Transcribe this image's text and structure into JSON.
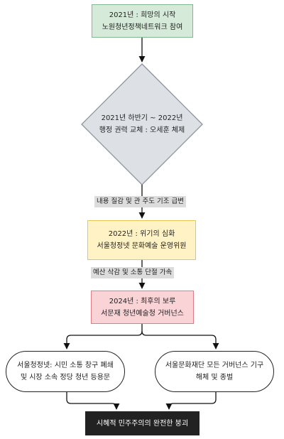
{
  "nodes": {
    "n1": {
      "line1": "2021년 : 희망의 시작",
      "line2": "노원청년정책네트워크 참여"
    },
    "n2": {
      "line1": "2021년 하반기 ~ 2022년",
      "line2": "행정 권력 교체 : 오세훈 체제"
    },
    "n3": {
      "line1": "2022년 : 위기의 심화",
      "line2": "서울청정넷 문화예술 운영위원"
    },
    "n4": {
      "line1": "2024년 : 최후의 보루",
      "line2": "서문재 청년예술청 거버넌스"
    },
    "n5": {
      "line1": "서울청정넷: 시민 소통 창구 폐쇄",
      "line2": "및 시장 소속 정당 청년 등용문"
    },
    "n6": {
      "line1": "서울문화재단 모든 거버넌스 기구",
      "line2": "해체 및 종벌"
    },
    "n7": {
      "line1": "시혜적 민주주의의 완전한 붕괴"
    }
  },
  "edge_labels": {
    "e1": "내용 질감 및 관 주도 기조 급변",
    "e2": "예산 삭감 및 소통 단절 가속"
  },
  "colors": {
    "green_fill": "#d5ead8",
    "green_stroke": "#82b890",
    "diamond_fill": "#dde1e5",
    "diamond_stroke": "#8a949c",
    "yellow_fill": "#fff2c4",
    "yellow_stroke": "#e8c555",
    "pink_fill": "#f9d3d6",
    "pink_stroke": "#e07c86",
    "dark_fill": "#222222"
  }
}
